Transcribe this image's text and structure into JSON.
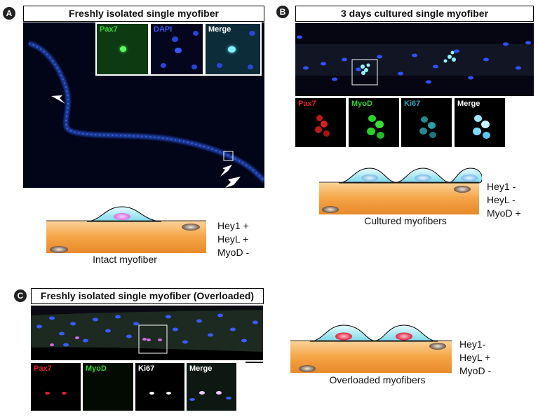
{
  "panels": {
    "A": {
      "badge": "A",
      "title": "Freshly isolated single myofiber",
      "inset_labels": [
        "Pax7",
        "DAPI",
        "Merge"
      ],
      "diagram_caption": "Intact myofiber",
      "markers": [
        "Hey1 +",
        "HeyL +",
        "MyoD -"
      ]
    },
    "B": {
      "badge": "B",
      "title": "3 days cultured single myofiber",
      "inset_labels": [
        "Pax7",
        "MyoD",
        "Ki67",
        "Merge"
      ],
      "diagram_caption": "Cultured myofibers",
      "markers": [
        "Hey1 -",
        "HeyL -",
        "MyoD +"
      ]
    },
    "C": {
      "badge": "C",
      "title": "Freshly isolated single myofiber (Overloaded)",
      "inset_labels": [
        "Pax7",
        "MyoD",
        "Ki67",
        "Merge"
      ],
      "diagram_caption": "Overloaded myofibers",
      "markers": [
        "Hey1-",
        "HeyL +",
        "MyoD -"
      ]
    }
  },
  "colors": {
    "pax7": "#e0202a",
    "pax7_A": "#38d838",
    "dapi": "#3a5cff",
    "myod": "#2fd42f",
    "ki67": "#2aa8b8",
    "ki67_C": "#ffffff",
    "merge": "#ffffff",
    "fiber_orange": "#f5a547",
    "cell_cyan": "#bdeff5"
  }
}
